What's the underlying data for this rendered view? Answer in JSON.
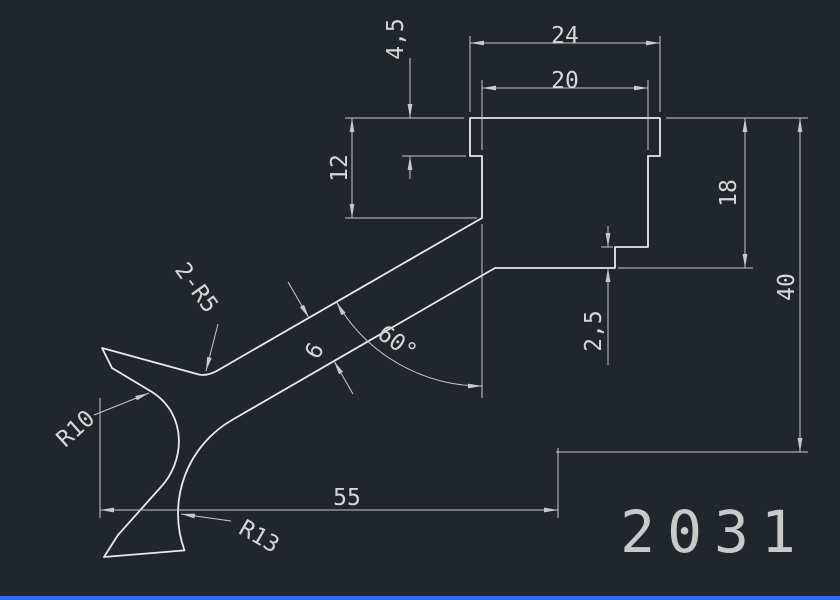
{
  "drawing": {
    "part_number": "2031",
    "dimensions": {
      "width_top": "24",
      "width_inner": "20",
      "height_flange": "4,5",
      "height_left": "12",
      "height_right": "18",
      "height_total": "40",
      "step": "2,5",
      "length_overall": "55",
      "arm_thickness": "6",
      "angle": "60°",
      "fillet": "2-R5",
      "radius_inner": "R10",
      "radius_outer": "R13"
    }
  },
  "colors": {
    "background": "#20262b",
    "outline": "#e9e9e9",
    "dimension": "#c9c9c9",
    "text": "#d6d6d6",
    "accent_bar": "#2e6cf6"
  }
}
